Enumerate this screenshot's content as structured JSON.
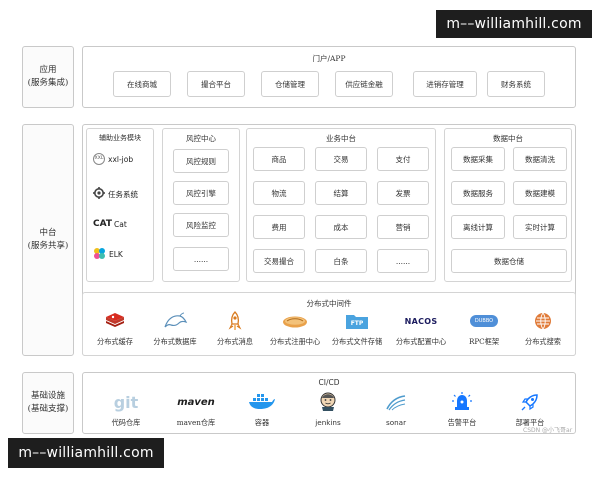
{
  "watermark": "m––williamhill.com",
  "app_layer": {
    "label_line1": "应用",
    "label_line2": "(服务集成)",
    "title": "门户/APP",
    "items": [
      "在线商城",
      "撮合平台",
      "仓储管理",
      "供应链金融",
      "进销存管理",
      "财务系统"
    ]
  },
  "middle_layer": {
    "label_line1": "中台",
    "label_line2": "(服务共享)",
    "aux": {
      "title": "辅助业务模块",
      "items": [
        "xxl-job",
        "任务系统",
        "Cat",
        "ELK"
      ],
      "cat_logo": "CAT"
    },
    "risk": {
      "title": "风控中心",
      "items": [
        "风控规则",
        "风控引擎",
        "风险监控",
        "......"
      ]
    },
    "business": {
      "title": "业务中台",
      "items": [
        "商品",
        "交易",
        "支付",
        "物流",
        "结算",
        "发票",
        "费用",
        "成本",
        "营销",
        "交易撮合",
        "白条",
        "......"
      ]
    },
    "data": {
      "title": "数据中台",
      "items": [
        "数据采集",
        "数据清洗",
        "数据服务",
        "数据建模",
        "离线计算",
        "实时计算",
        "数据仓储"
      ]
    },
    "middleware": {
      "title": "分布式中间件",
      "items": [
        {
          "label": "分布式缓存",
          "icon": "redis-icon"
        },
        {
          "label": "分布式数据库",
          "icon": "mysql-dolphin-icon"
        },
        {
          "label": "分布式消息",
          "icon": "rocketmq-icon"
        },
        {
          "label": "分布式注册中心",
          "icon": "zookeeper-icon"
        },
        {
          "label": "分布式文件存储",
          "icon": "ftp-icon"
        },
        {
          "label": "分布式配置中心",
          "icon": "nacos-icon"
        },
        {
          "label": "RPC框架",
          "icon": "dubbo-icon"
        },
        {
          "label": "分布式搜索",
          "icon": "elasticsearch-icon"
        }
      ],
      "nacos_logo": "NACOS",
      "ftp_logo": "FTP",
      "dubbo_logo": "DUBBO"
    }
  },
  "infra_layer": {
    "label_line1": "基础设施",
    "label_line2": "(基础支撑)",
    "title": "CI/CD",
    "items": [
      {
        "label": "代码仓库",
        "icon": "git-icon"
      },
      {
        "label": "maven仓库",
        "icon": "maven-icon"
      },
      {
        "label": "容器",
        "icon": "docker-icon"
      },
      {
        "label": "jenkins",
        "icon": "jenkins-icon"
      },
      {
        "label": "sonar",
        "icon": "sonar-icon"
      },
      {
        "label": "告警平台",
        "icon": "alarm-icon"
      },
      {
        "label": "部署平台",
        "icon": "rocket-icon"
      }
    ],
    "git_logo": "git",
    "maven_logo": "maven"
  },
  "credit": "CSDN @小飞哥ar",
  "colors": {
    "border": "#c9c9c9",
    "watermark_bg": "#1e1e1e",
    "redis": "#c0392b",
    "maven": "#b22024",
    "docker": "#2496ed"
  }
}
